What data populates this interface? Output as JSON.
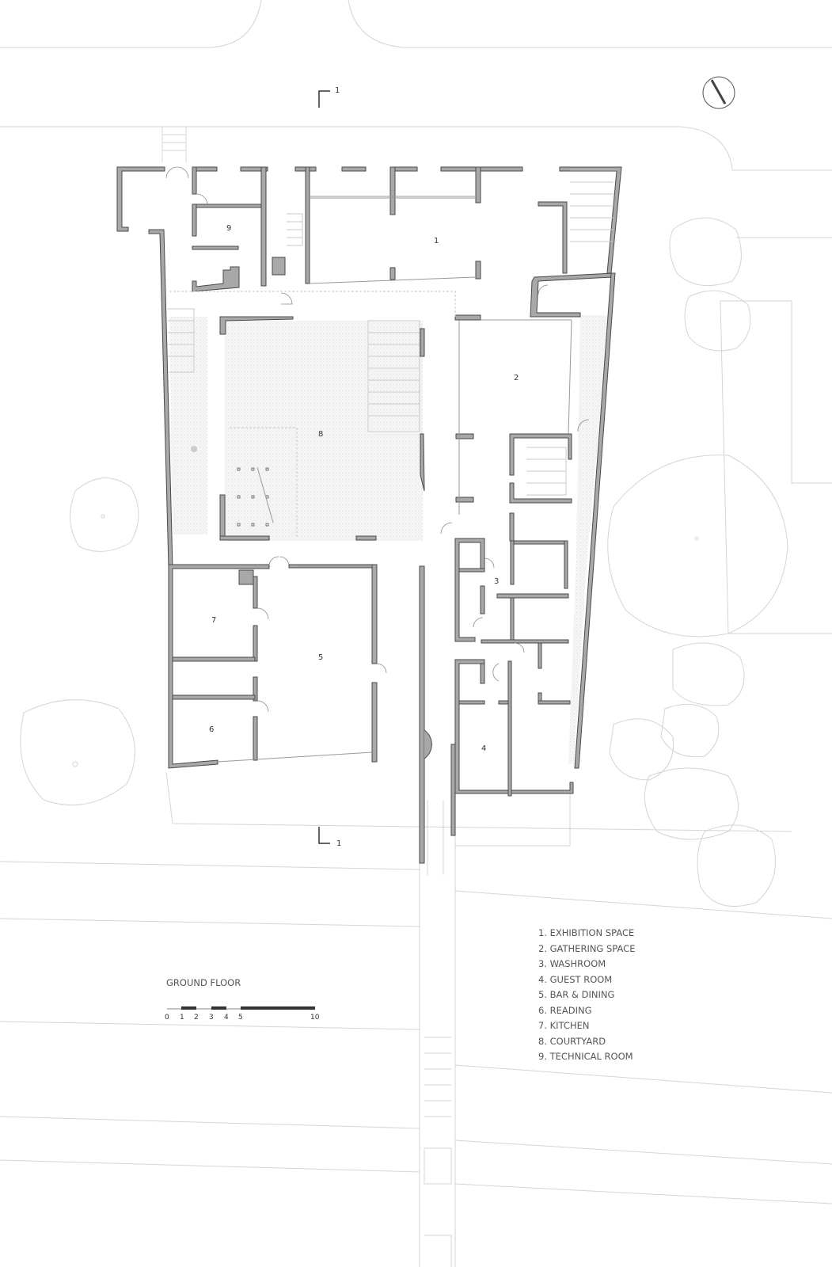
{
  "drawing": {
    "title": "GROUND FLOOR",
    "section_marker": "1",
    "north_arrow": "north-arrow-icon",
    "scale_bar": {
      "ticks": [
        "0",
        "1",
        "2",
        "3",
        "4",
        "5",
        "10"
      ]
    },
    "rooms": [
      {
        "number": "1"
      },
      {
        "number": "2"
      },
      {
        "number": "3"
      },
      {
        "number": "4"
      },
      {
        "number": "5"
      },
      {
        "number": "6"
      },
      {
        "number": "7"
      },
      {
        "number": "8"
      },
      {
        "number": "9"
      }
    ],
    "legend": [
      "1. EXHIBITION SPACE",
      "2. GATHERING SPACE",
      "3. WASHROOM",
      "4. GUEST ROOM",
      "5. BAR & DINING",
      "6. READING",
      "7. KITCHEN",
      "8. COURTYARD",
      "9. TECHNICAL ROOM"
    ],
    "colors": {
      "wall_fill": "#a8a8a8",
      "wall_outline": "#4a4a4a",
      "linework": "#c9c9c9"
    }
  }
}
